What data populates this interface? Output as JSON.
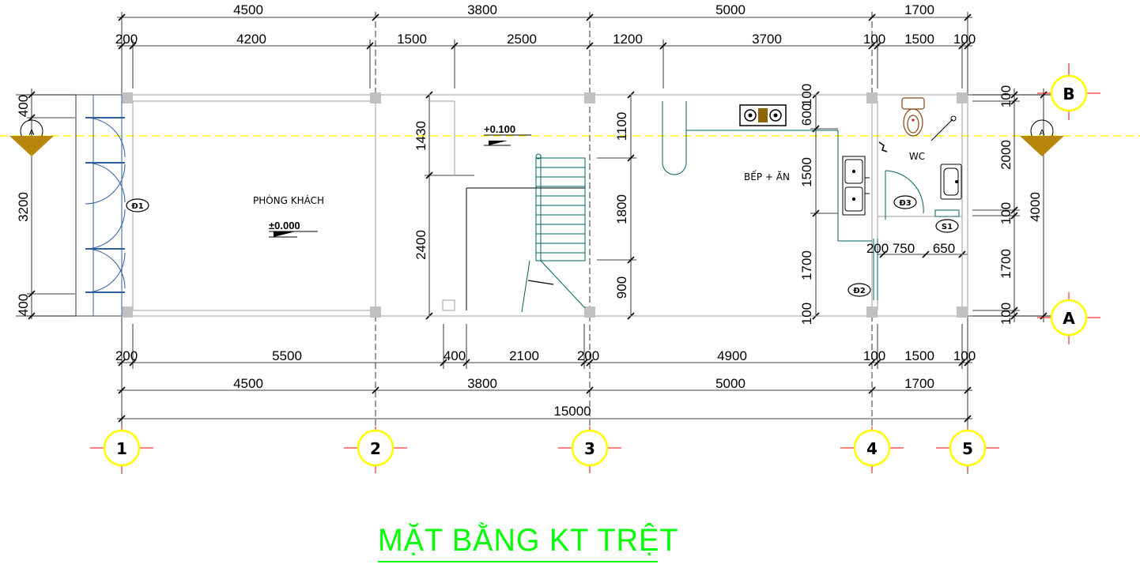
{
  "title": "MẶT BẰNG KT TRỆT",
  "rooms": {
    "living": "PHÒNG KHÁCH",
    "kitchen": "BẾP + ĂN",
    "wc": "WC"
  },
  "levels": {
    "living": "±0.000",
    "stair": "+0.100"
  },
  "tags": {
    "d1": "Đ1",
    "d2": "Đ2",
    "d3": "Đ3",
    "s1": "S1"
  },
  "grid_axes": {
    "columns": [
      "1",
      "2",
      "3",
      "4",
      "5"
    ],
    "rows": [
      "A",
      "B"
    ]
  },
  "dims_top_outer": [
    "4500",
    "3800",
    "5000",
    "1700"
  ],
  "dims_top_inner": [
    "200",
    "4200",
    "1500",
    "2500",
    "1200",
    "3700",
    "100",
    "1500",
    "100"
  ],
  "dims_bottom_inner": [
    "200",
    "5500",
    "400",
    "2100",
    "200",
    "4900",
    "100",
    "1500",
    "100"
  ],
  "dims_bottom_outer": [
    "4500",
    "3800",
    "5000",
    "1700"
  ],
  "dim_total": "15000",
  "dims_left": [
    "400",
    "3200",
    "400"
  ],
  "dims_stair": [
    "1430",
    "2400"
  ],
  "dims_mid": [
    "1100",
    "1800",
    "900"
  ],
  "dims_kitchen": [
    "600",
    "100",
    "1500",
    "1700",
    "100"
  ],
  "dims_wc": [
    "200",
    "750",
    "650"
  ],
  "dims_right_inner": [
    "100",
    "2000",
    "100",
    "1700",
    "100"
  ],
  "dims_right_outer": [
    "4000"
  ],
  "colors": {
    "title": "#00ff00",
    "axis_bubble": "#ffff00",
    "axis_cross": "#ff0000",
    "center_line": "#ffff00",
    "dim_line": "#000000",
    "dim_text_vertical": "#333300",
    "fixture": "#008080",
    "column": "#c0c0c0"
  }
}
